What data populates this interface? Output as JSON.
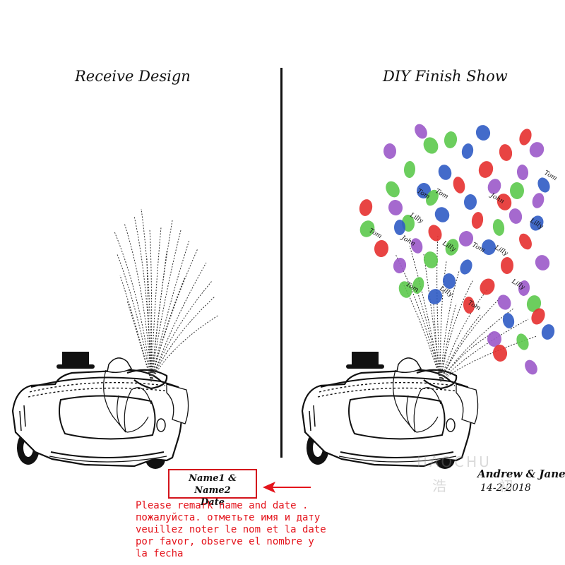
{
  "left_panel": {
    "heading": "Receive Design",
    "name_box": {
      "line1": "Name1 & Name2",
      "line2": "Date"
    }
  },
  "right_panel": {
    "heading": "DIY Finish Show",
    "couple_names": "Andrew & Jane",
    "date": "14-2-2018",
    "fingerprint_names": [
      "Tom",
      "Lilly",
      "Tom",
      "John",
      "Lilly",
      "Tom",
      "Tom",
      "Lilly",
      "Tom",
      "Lilly",
      "John",
      "Tom",
      "Lilly",
      "Tom",
      "Lilly"
    ]
  },
  "watermark": {
    "latin": "HAOCHU",
    "chinese": "浩 初"
  },
  "instructions": {
    "lines": [
      "Please remark name and date .",
      "пожалуйста. отметьте имя и дату",
      "veuillez noter le nom et la date",
      "por favor, observe el nombre y",
      "la fecha"
    ]
  },
  "colors": {
    "accent_red": "#e4141c",
    "print_purple": "#9b59c9",
    "print_green": "#5cc94c",
    "print_blue": "#2f5bc4",
    "print_red": "#e6302f",
    "divider": "#111111"
  }
}
